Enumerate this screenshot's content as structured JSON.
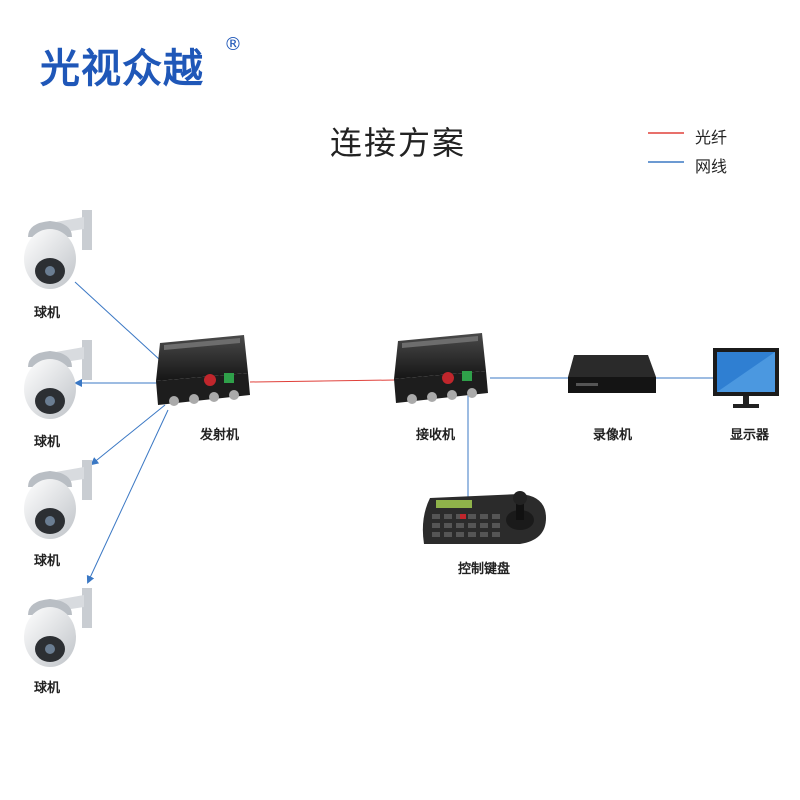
{
  "brand": {
    "name": "光视众越",
    "registered": "®"
  },
  "title": "连接方案",
  "legend": [
    {
      "label": "光纤",
      "color": "#e0403a"
    },
    {
      "label": "网线",
      "color": "#3b78c4"
    }
  ],
  "nodes": {
    "camera_1": "球机",
    "camera_2": "球机",
    "camera_3": "球机",
    "camera_4": "球机",
    "transmitter": "发射机",
    "receiver": "接收机",
    "recorder": "录像机",
    "monitor": "显示器",
    "keyboard": "控制键盘"
  },
  "colors": {
    "brand": "#1f57b8",
    "fiber": "#e0403a",
    "network": "#3b78c4"
  }
}
